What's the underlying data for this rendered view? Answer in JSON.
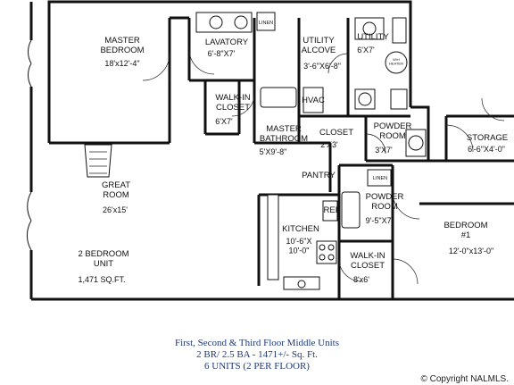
{
  "rooms": {
    "master_bedroom": {
      "name": "MASTER\nBEDROOM",
      "dim": "18'x12'-4\""
    },
    "lavatory": {
      "name": "LAVATORY",
      "dim": "6'-8\"X7'"
    },
    "linen1": "LINEN",
    "utility_alcove": {
      "name": "UTILITY\nALCOVE",
      "dim": "3'-6\"X6'-8\""
    },
    "utility": {
      "name": "UTILITY",
      "dim": "6'X7'"
    },
    "walkin_closet1": {
      "name": "WALK-IN\nCLOSET",
      "dim": "6'X7'"
    },
    "hvac": "HVAC",
    "master_bathroom": {
      "name": "MASTER\nBATHROOM",
      "dim": "5'X9'-8\""
    },
    "closet": {
      "name": "CLOSET",
      "dim": "2'X3'"
    },
    "powder_room1": {
      "name": "POWDER\nROOM",
      "dim": "3'X7'"
    },
    "storage": {
      "name": "STORAGE",
      "dim": "6'-6\"X4'-0\""
    },
    "great_room": {
      "name": "GREAT\nROOM",
      "dim": "26'x15'"
    },
    "pantry": "PANTRY",
    "linen2": "LINEN",
    "ref": "REF",
    "powder_room2": {
      "name": "POWDER\nROOM",
      "dim": "9'-5\"X7'"
    },
    "kitchen": {
      "name": "KITCHEN",
      "dim": "10'-6\"X\n10'-0\""
    },
    "bedroom1": {
      "name": "BEDROOM\n#1",
      "dim": "12'-0\"x13'-0\""
    },
    "walkin_closet2": {
      "name": "WALK-IN\nCLOSET",
      "dim": "8'x6'"
    },
    "unit": {
      "name": "2 BEDROOM\nUNIT",
      "dim": "1,471 SQ.FT."
    },
    "heater_note": "W/H\nHEATER"
  },
  "caption": {
    "line1": "First, Second & Third Floor Middle Units",
    "line2": "2 BR/ 2.5 BA - 1471+/- Sq. Ft.",
    "line3": "6 UNITS (2 PER FLOOR)"
  },
  "copyright": "© Copyright NALMLS."
}
